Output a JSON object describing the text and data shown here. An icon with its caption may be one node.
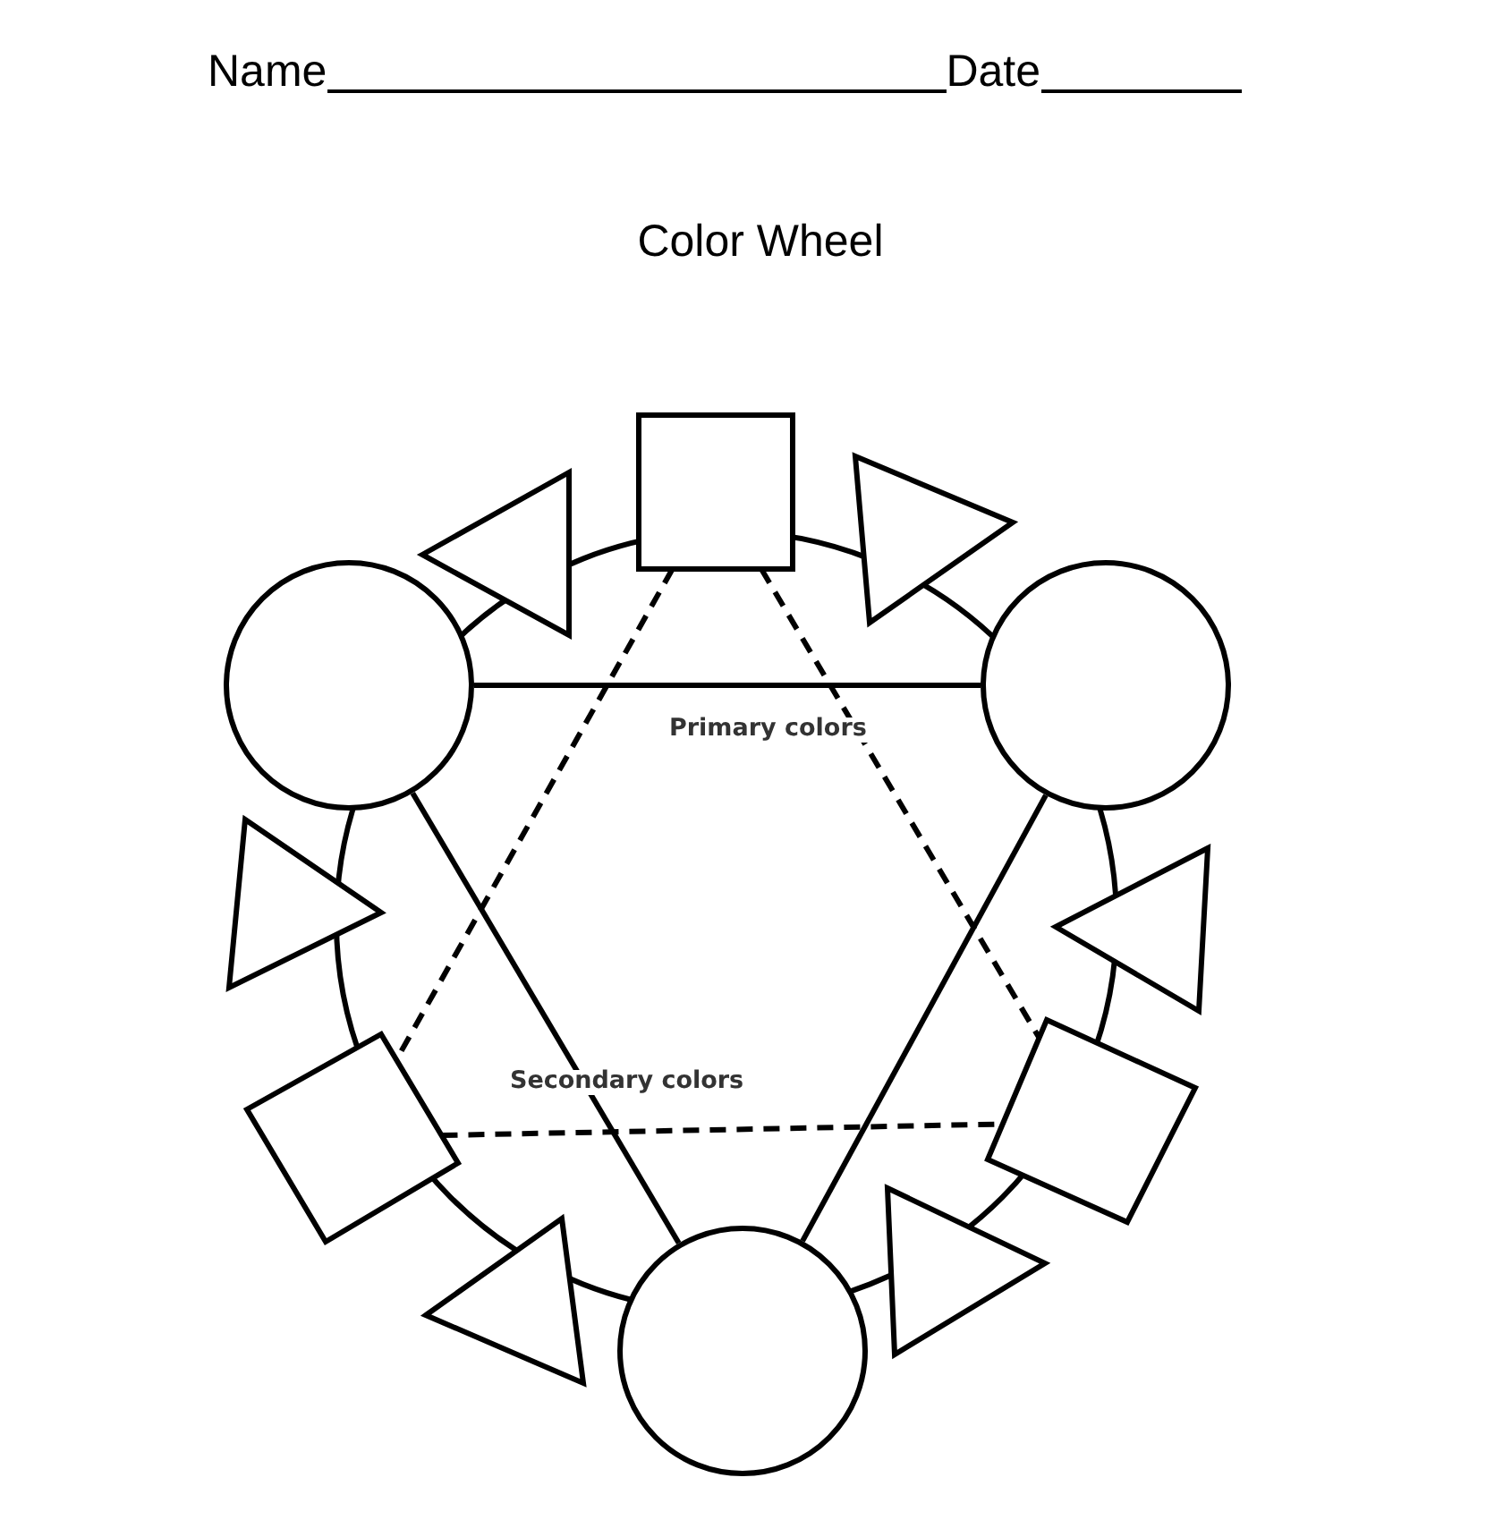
{
  "diagram": {
    "title": "Color Wheel",
    "nodes": [
      {
        "text": [],
        "shape": "box"
      },
      {
        "text": [],
        "shape": "triangle"
      },
      {
        "text": [],
        "shape": "triangle"
      },
      {
        "text": [],
        "shape": "circle"
      },
      {
        "text": [],
        "shape": "circle"
      },
      {
        "text": [],
        "shape": "triangle"
      },
      {
        "text": [],
        "shape": "triangle"
      },
      {
        "text": [],
        "shape": "box"
      },
      {
        "text": [],
        "shape": "box"
      },
      {
        "text": [],
        "shape": "triangle"
      },
      {
        "text": [],
        "shape": "circle"
      },
      {
        "text": [],
        "shape": "triangle"
      }
    ],
    "edges": [
      {
        "from": 3,
        "to": 4,
        "arrow": "none",
        "label": "Primary colors"
      },
      {
        "from": 3,
        "to": 10,
        "arrow": "none"
      },
      {
        "from": 4,
        "to": 10,
        "arrow": "none"
      },
      {
        "from": 0,
        "to": 7,
        "arrow": "none",
        "style": "dashed"
      },
      {
        "from": 0,
        "to": 8,
        "arrow": "none",
        "style": "dashed"
      },
      {
        "from": 7,
        "to": 8,
        "arrow": "none",
        "style": "dashed",
        "label": "Secondary colors"
      }
    ],
    "labels": [
      "Name",
      "Date"
    ]
  }
}
